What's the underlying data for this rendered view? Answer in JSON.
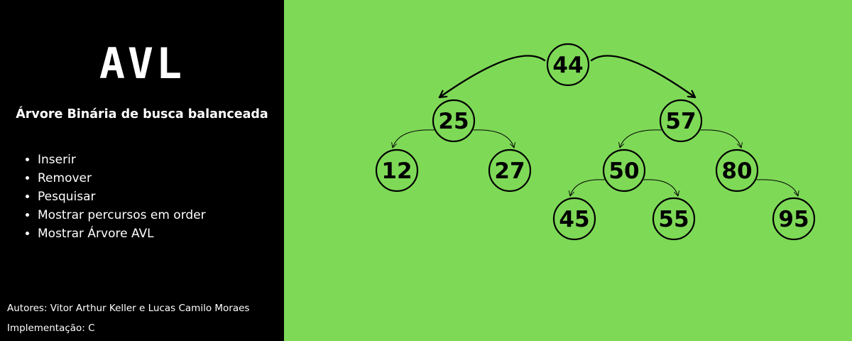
{
  "left": {
    "logo": "AVL",
    "subtitle": "Árvore Binária de busca balanceada",
    "features": [
      "Inserir",
      "Remover",
      "Pesquisar",
      "Mostrar percursos em order",
      "Mostrar Árvore AVL"
    ],
    "authors": "Autores: Vitor Arthur Keller e Lucas Camilo Moraes",
    "implementation": "Implementação: C"
  },
  "tree": {
    "nodes": [
      {
        "id": "44",
        "label": "44"
      },
      {
        "id": "25",
        "label": "25"
      },
      {
        "id": "57",
        "label": "57"
      },
      {
        "id": "12",
        "label": "12"
      },
      {
        "id": "27",
        "label": "27"
      },
      {
        "id": "50",
        "label": "50"
      },
      {
        "id": "80",
        "label": "80"
      },
      {
        "id": "45",
        "label": "45"
      },
      {
        "id": "55",
        "label": "55"
      },
      {
        "id": "95",
        "label": "95"
      }
    ],
    "edges": [
      {
        "from": "44",
        "to": "25"
      },
      {
        "from": "44",
        "to": "57"
      },
      {
        "from": "25",
        "to": "12"
      },
      {
        "from": "25",
        "to": "27"
      },
      {
        "from": "57",
        "to": "50"
      },
      {
        "from": "57",
        "to": "80"
      },
      {
        "from": "50",
        "to": "45"
      },
      {
        "from": "50",
        "to": "55"
      },
      {
        "from": "80",
        "to": "95"
      }
    ]
  },
  "colors": {
    "left_background": "#000000",
    "right_background": "#7ed957",
    "node_stroke": "#000000"
  }
}
